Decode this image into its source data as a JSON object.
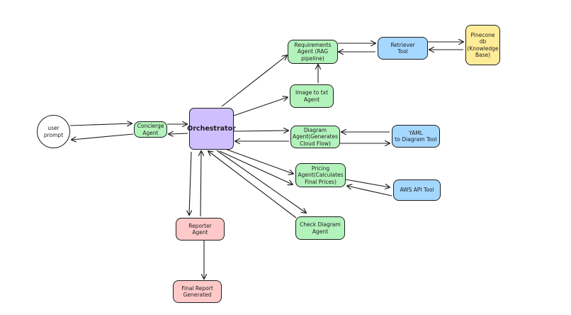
{
  "diagram": {
    "nodes": {
      "user_prompt": "user\nprompt",
      "concierge": "Concierge\nAgent",
      "orchestrator": "Orchestrator",
      "requirements": "Requirements\nAgent (RAG\npipeline)",
      "retriever": "Retriever\nTool",
      "pinecone": "Pinecone db\n(Knowledge\nBase)",
      "image_to_txt": "Image to txt\nAgent",
      "diagram_agent": "Diagram\nAgent(Generates\nCloud Flow)",
      "yaml_tool": "YAML\nto Diagram Tool",
      "pricing_agent": "Pricing\nAgent(Calculates\nFinal Prices)",
      "aws_api_tool": "AWS API Tool",
      "check_diagram": "Check Diagram\nAgent",
      "reporter": "Reporter\nAgent",
      "final_report": "Final Report\nGenerated"
    },
    "colors": {
      "agent": "#b2f2bb",
      "tool": "#a5d8ff",
      "database": "#ffec99",
      "orchestrator": "#d0bfff",
      "report": "#ffc9c9",
      "stroke": "#1e1e1e"
    }
  }
}
